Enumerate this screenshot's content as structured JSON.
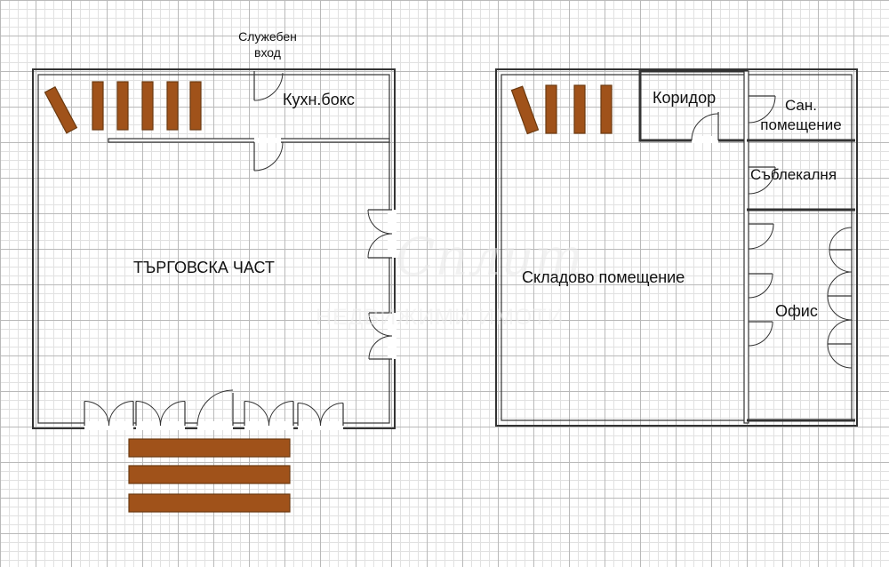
{
  "floorplan": {
    "service_entrance": {
      "line1": "Служебен",
      "line2": "вход"
    },
    "rooms": {
      "kitchen": "Кухн.бокс",
      "retail": "ТЪРГОВСКА ЧАСТ",
      "corridor": "Коридор",
      "sanitary": {
        "line1": "Сан.",
        "line2": "помещение"
      },
      "changing_room": "Съблекалня",
      "warehouse": "Складово помещение",
      "office": "Офис"
    },
    "watermark": {
      "script": "Сплит",
      "subtitle": "НЕДВИЖИМИ ИМОТИ"
    },
    "colors": {
      "wall": "#333333",
      "stair": "#a0521a",
      "stair_border": "#6b3a10",
      "grid_major": "#b9b9b9",
      "grid_minor": "#e1e1e1"
    }
  }
}
